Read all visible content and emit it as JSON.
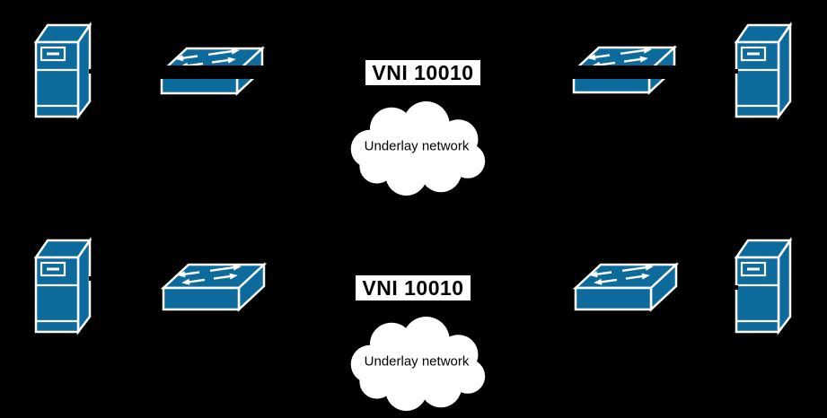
{
  "colors": {
    "background": "#000000",
    "device-blue": "#0d6a9c",
    "device-outline": "#ffffff",
    "label-bg": "#ffffff",
    "label-text": "#000000",
    "link-line": "#000000"
  },
  "diagram": {
    "rows": [
      {
        "vni_label": "VNI 10010",
        "cloud_label": "Underlay network"
      },
      {
        "vni_label": "VNI 10010",
        "cloud_label": "Underlay network"
      }
    ]
  }
}
